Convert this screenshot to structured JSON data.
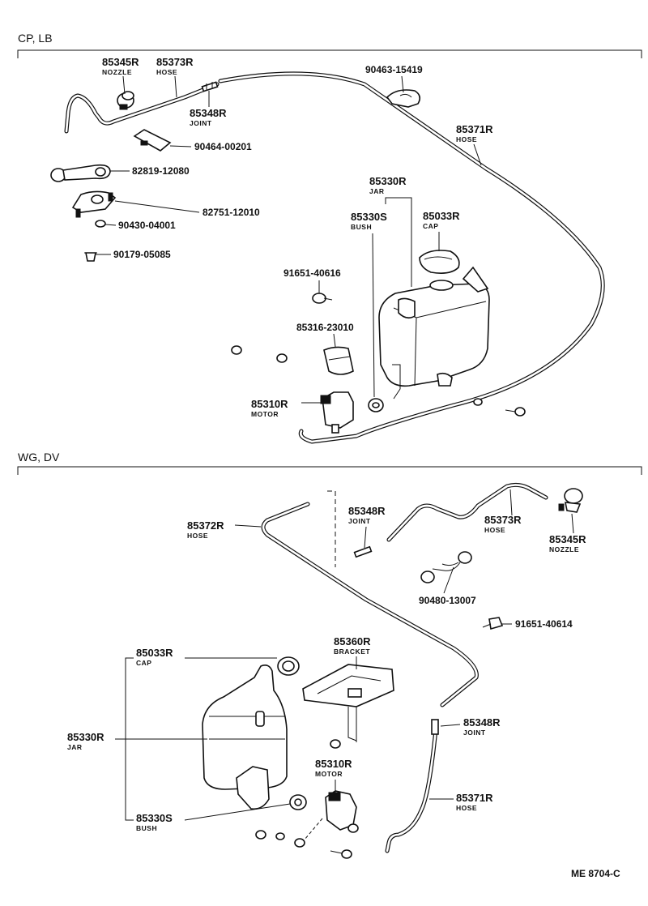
{
  "sections": {
    "top": "CP, LB",
    "bottom": "WG, DV"
  },
  "reference": "ME 8704-C",
  "top_parts": {
    "nozzle": {
      "num": "85345R",
      "name": "NOZZLE"
    },
    "hose_short": {
      "num": "85373R",
      "name": "HOSE"
    },
    "joint": {
      "num": "85348R",
      "name": "JOINT"
    },
    "clip_top": {
      "num": "90463-15419"
    },
    "hose_long": {
      "num": "85371R",
      "name": "HOSE"
    },
    "clip_90464": {
      "num": "90464-00201"
    },
    "hinge_82819": {
      "num": "82819-12080"
    },
    "connector_82751": {
      "num": "82751-12010"
    },
    "washer_90430": {
      "num": "90430-04001"
    },
    "screw_90179": {
      "num": "90179-05085"
    },
    "jar": {
      "num": "85330R",
      "name": "JAR"
    },
    "bush": {
      "num": "85330S",
      "name": "BUSH"
    },
    "cap": {
      "num": "85033R",
      "name": "CAP"
    },
    "bolt_91651": {
      "num": "91651-40616"
    },
    "strap_85316": {
      "num": "85316-23010"
    },
    "motor": {
      "num": "85310R",
      "name": "MOTOR"
    }
  },
  "bottom_parts": {
    "hose_85372": {
      "num": "85372R",
      "name": "HOSE"
    },
    "joint_upper": {
      "num": "85348R",
      "name": "JOINT"
    },
    "hose_85373": {
      "num": "85373R",
      "name": "HOSE"
    },
    "nozzle": {
      "num": "85345R",
      "name": "NOZZLE"
    },
    "connector_90480": {
      "num": "90480-13007"
    },
    "bolt_91651": {
      "num": "91651-40614"
    },
    "bracket": {
      "num": "85360R",
      "name": "BRACKET"
    },
    "cap": {
      "num": "85033R",
      "name": "CAP"
    },
    "jar": {
      "num": "85330R",
      "name": "JAR"
    },
    "motor": {
      "num": "85310R",
      "name": "MOTOR"
    },
    "joint_lower": {
      "num": "85348R",
      "name": "JOINT"
    },
    "hose_85371": {
      "num": "85371R",
      "name": "HOSE"
    },
    "bush": {
      "num": "85330S",
      "name": "BUSH"
    }
  }
}
